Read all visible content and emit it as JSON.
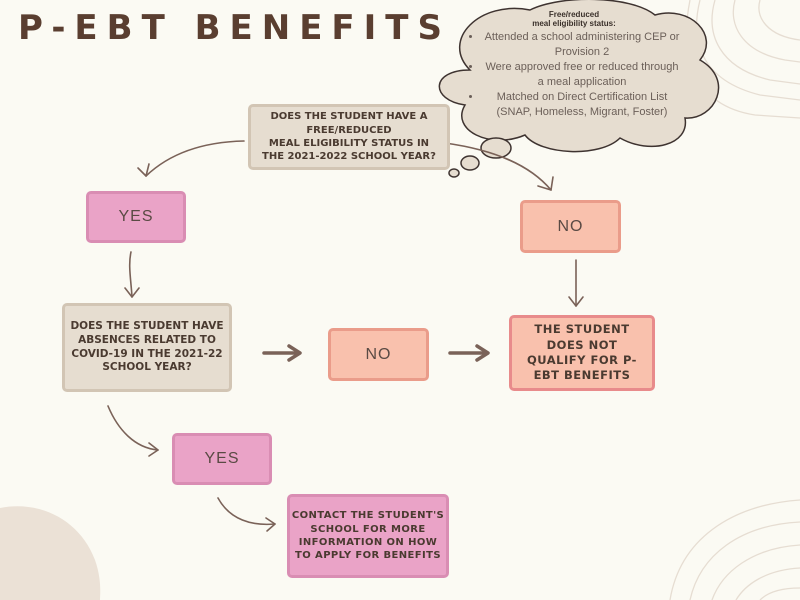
{
  "title": "P-EBT BENEFITS",
  "cloud": {
    "heading_line1": "Free/reduced",
    "heading_line2": "meal eligibility status:",
    "items": [
      "Attended a school administering CEP or Provision 2",
      "Were approved free or reduced through a meal application",
      "Matched on Direct Certification List (SNAP, Homeless, Migrant, Foster)"
    ]
  },
  "q1": {
    "line1": "DOES THE STUDENT HAVE A",
    "line2": "FREE/REDUCED",
    "line3": "MEAL ELIGIBILITY STATUS IN",
    "line4": "THE 2021-2022 SCHOOL YEAR?"
  },
  "q2": {
    "line1": "DOES THE STUDENT HAVE",
    "line2": "ABSENCES RELATED TO",
    "line3": "COVID-19 IN THE 2021-22",
    "line4": "SCHOOL YEAR?"
  },
  "labels": {
    "yes": "YES",
    "no": "NO"
  },
  "final": {
    "line1": "THE STUDENT",
    "line2": "DOES NOT",
    "line3": "QUALIFY FOR P-",
    "line4": "EBT BENEFITS"
  },
  "contact": {
    "line1": "CONTACT THE STUDENT'S",
    "line2": "SCHOOL FOR MORE",
    "line3": "INFORMATION ON HOW",
    "line4": "TO APPLY FOR BENEFITS"
  },
  "colors": {
    "background": "#fbfaf3",
    "question_box": "#e6ddd0",
    "yes_box": "#eaa3c7",
    "no_box": "#f9c1ad",
    "title": "#5a3e30",
    "arrow": "#7a6258"
  }
}
